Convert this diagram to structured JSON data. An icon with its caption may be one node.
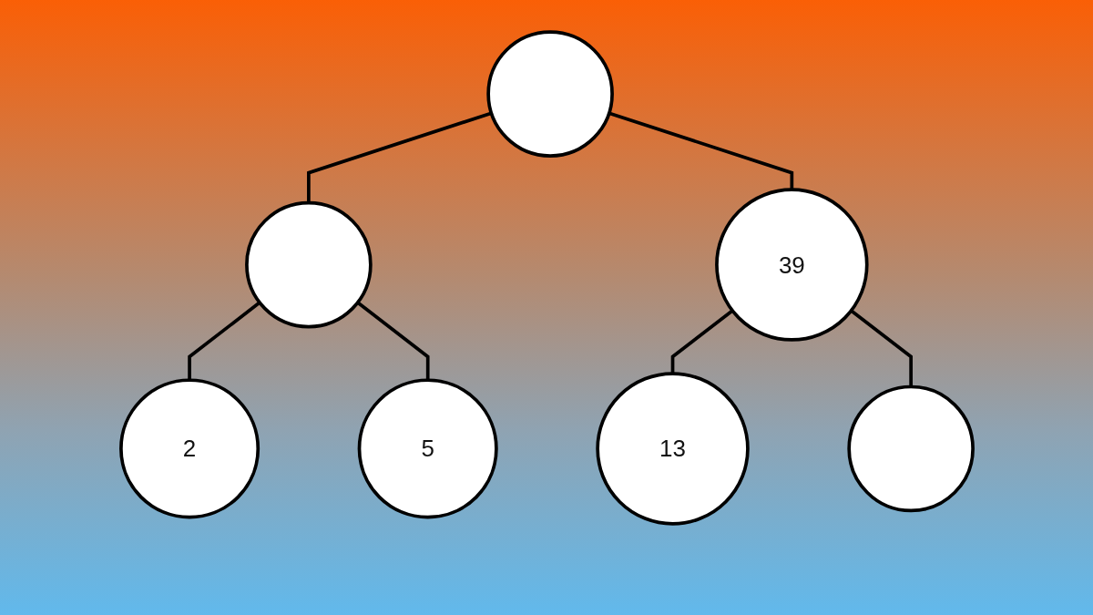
{
  "diagram": {
    "nodes": [
      {
        "text": [],
        "shape": "circle"
      },
      {
        "text": [],
        "shape": "circle"
      },
      {
        "text": [
          "39"
        ]
      },
      {
        "text": [
          "2"
        ]
      },
      {
        "text": [
          "5"
        ]
      },
      {
        "text": [
          "13"
        ]
      },
      {
        "text": [],
        "shape": "circle"
      }
    ],
    "edges": [
      {
        "from": 0,
        "to": 1,
        "arrow": "none"
      },
      {
        "from": 0,
        "to": 2,
        "arrow": "none"
      },
      {
        "from": 1,
        "to": 3,
        "arrow": "none"
      },
      {
        "from": 1,
        "to": 4,
        "arrow": "none"
      },
      {
        "from": 2,
        "to": 5,
        "arrow": "none"
      },
      {
        "from": 2,
        "to": 6,
        "arrow": "none"
      }
    ]
  }
}
